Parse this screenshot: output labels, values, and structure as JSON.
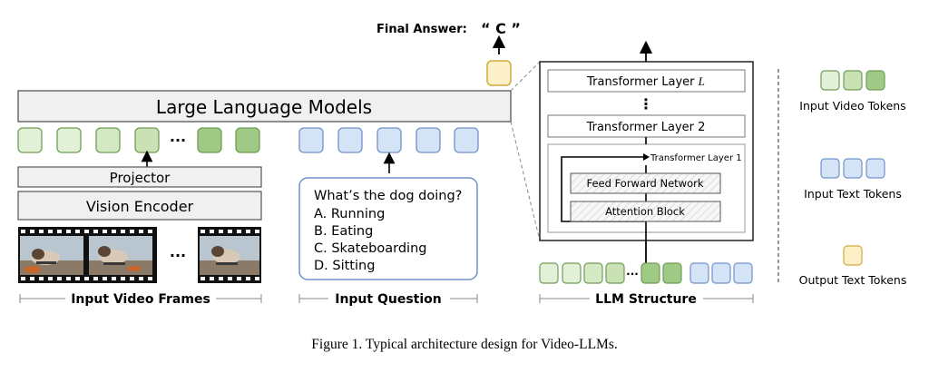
{
  "final_answer": {
    "label": "Final Answer:",
    "value": "“ C ”"
  },
  "llm_box": {
    "title": "Large Language Models"
  },
  "video_branch": {
    "projector": "Projector",
    "encoder": "Vision Encoder",
    "ellipsis_tokens": "···",
    "ellipsis_frames": "···",
    "section_label": "Input Video Frames"
  },
  "question_branch": {
    "question": "What’s the dog doing?",
    "options": [
      "A.  Running",
      "B.  Eating",
      "C.  Skateboarding",
      "D.  Sitting"
    ],
    "section_label": "Input Question"
  },
  "llm_structure": {
    "layer_L": "Transformer Layer ",
    "layer_L_var": "L",
    "vdots": "⋮",
    "layer_2": "Transformer Layer 2",
    "layer_1": "Transformer Layer 1",
    "ffn": "Feed Forward Network",
    "attention": "Attention Block",
    "ellipsis": "···",
    "section_label": "LLM Structure"
  },
  "legend": {
    "video": "Input Video Tokens",
    "text": "Input Text Tokens",
    "output": "Output Text Tokens"
  },
  "caption": "Figure 1. Typical architecture design for Video-LLMs.",
  "colors": {
    "green_light": "#e3f0d8",
    "green_mid": "#c9e1b4",
    "green_dark": "#9fca85",
    "green_stroke": "#6f9e55",
    "blue_fill": "#d5e3f6",
    "blue_stroke": "#6f93c9",
    "yellow_fill": "#fbf0c8",
    "yellow_stroke": "#d2ab3d",
    "box_fill": "#f0f0f0",
    "box_stroke": "#7a7a7a"
  },
  "icons": [
    "up-arrow-icon",
    "film-strip-icon",
    "dog-frame-image"
  ]
}
